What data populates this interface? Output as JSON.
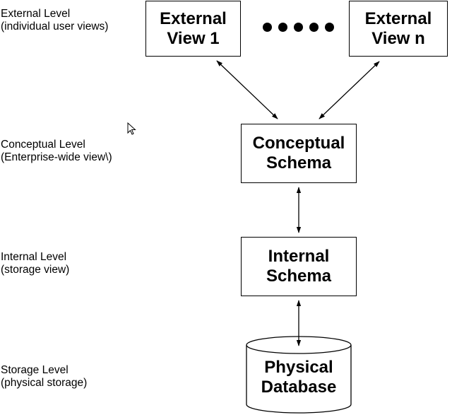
{
  "levels": [
    {
      "name": "External Level",
      "description": "(individual user views)"
    },
    {
      "name": "Conceptual Level",
      "description": "(Enterprise-wide view\\)"
    },
    {
      "name": "Internal Level",
      "description": "(storage view)"
    },
    {
      "name": "Storage Level",
      "description": "(physical storage)"
    }
  ],
  "boxes": {
    "external_view_1": {
      "line1": "External",
      "line2": "View 1"
    },
    "external_view_n": {
      "line1": "External",
      "line2": "View n"
    },
    "conceptual_schema": {
      "line1": "Conceptual",
      "line2": "Schema"
    },
    "internal_schema": {
      "line1": "Internal",
      "line2": "Schema"
    },
    "physical_database": {
      "line1": "Physical",
      "line2": "Database"
    }
  },
  "ellipsis_dot_count": 5,
  "connections": [
    {
      "from": "external_view_1",
      "to": "conceptual_schema",
      "type": "bidirectional"
    },
    {
      "from": "external_view_n",
      "to": "conceptual_schema",
      "type": "bidirectional"
    },
    {
      "from": "conceptual_schema",
      "to": "internal_schema",
      "type": "bidirectional"
    },
    {
      "from": "internal_schema",
      "to": "physical_database",
      "type": "bidirectional"
    }
  ],
  "colors": {
    "stroke": "#000000",
    "background": "#ffffff"
  }
}
